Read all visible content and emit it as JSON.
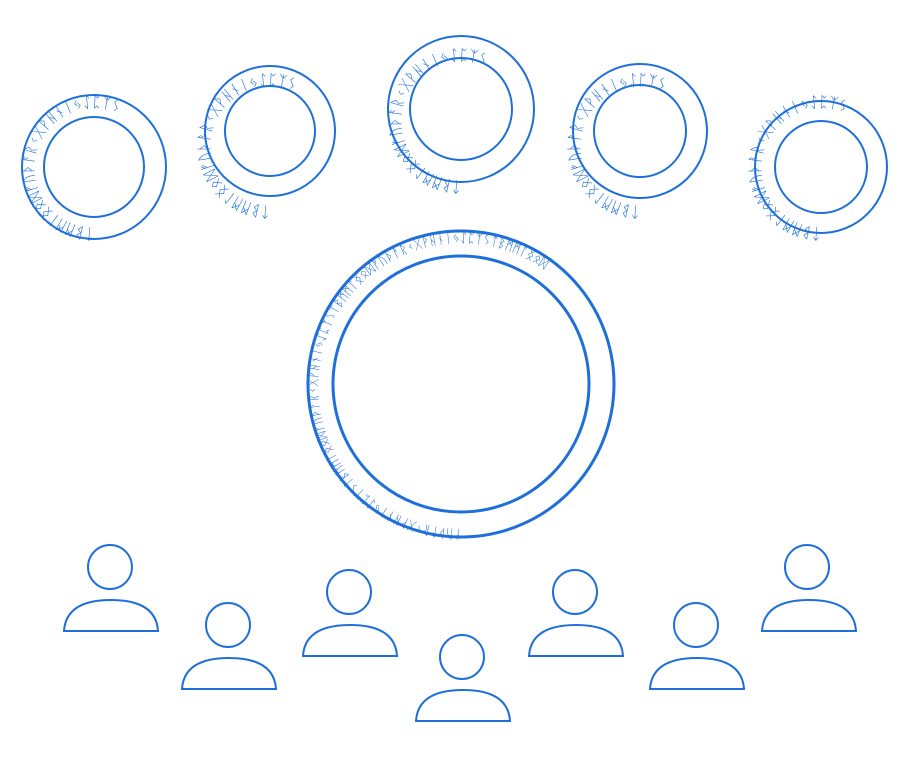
{
  "style": {
    "stroke_color": "#1e6fd9",
    "background": "#ffffff"
  },
  "small_circles": [
    {
      "id": "ring-1",
      "runes": "ᛏᛒᛗᛗᛚᛝᛟᛞᚠᚢᚦᚨᚱᚲᚷᚹᚺᚾᛁᛃᛇᛈᛉᛊ"
    },
    {
      "id": "ring-2",
      "runes": "ᛏᛒᛗᛗᛚᛝᛟᛞᚠᚢᚦᚨᚱᚲᚷᚹᚺᚾᛁᛃᛇᛈᛉᛊ"
    },
    {
      "id": "ring-3",
      "runes": "ᛏᛒᛗᛗᛚᛝᛟᛞᚠᚢᚦᚨᚱᚲᚷᚹᚺᚾᛁᛃᛇᛈᛉᛊ"
    },
    {
      "id": "ring-4",
      "runes": "ᛏᛒᛗᛗᛚᛝᛟᛞᚠᚢᚦᚨᚱᚲᚷᚹᚺᚾᛁᛃᛇᛈᛉᛊ"
    },
    {
      "id": "ring-5",
      "runes": "ᛏᛒᛗᛗᛚᛝᛟᛞᚠᚢᚦᚨᚱᚲᚷᚹᚺᚾᛁᛃᛇᛈᛉᛊ"
    }
  ],
  "large_circle": {
    "runes": "ᚠᚢᚦᚨᚱᚲᚷᚹᚺᚾᛁᛃᛇᛈᛉᛊᛏᛒᛗᛗᛚᛝᛟᛞᚠᚢᚦᚨᚱᚲᚷᚹᚺᚾᛁᛃᛇᛈᛉᛊᛏᛒᛗᛗᛚᛝᛟᛞᚠᚢᚦᚨᚱᚲᚷᚹᚺᚾᛁᛃᛇᛈᛉᛊᛏᛒᛗᛗᛚᛝᛟᛞ"
  },
  "people": [
    {
      "id": "person-1"
    },
    {
      "id": "person-2"
    },
    {
      "id": "person-3"
    },
    {
      "id": "person-4"
    },
    {
      "id": "person-5"
    },
    {
      "id": "person-6"
    },
    {
      "id": "person-7"
    }
  ]
}
